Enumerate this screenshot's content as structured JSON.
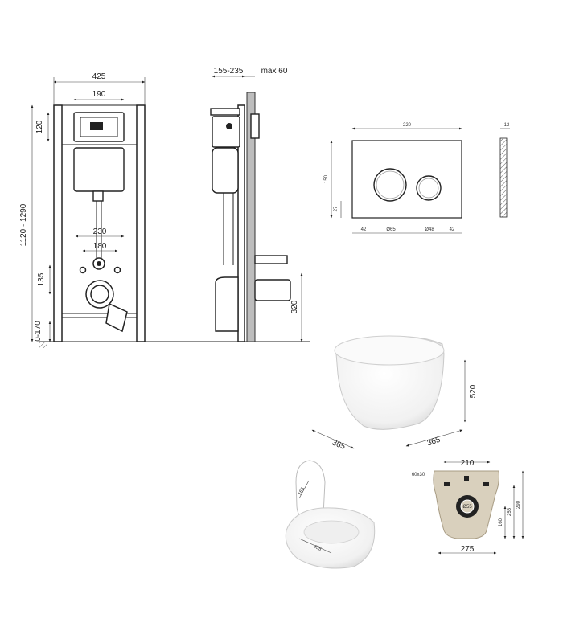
{
  "frame_front": {
    "width": "425",
    "plate_width": "190",
    "top_height": "120",
    "total_height": "1120 - 1290",
    "pipe_span_outer": "230",
    "pipe_span_inner": "180",
    "drain_height": "135",
    "foot_adjust": "0-170"
  },
  "frame_side": {
    "depth": "155-235",
    "max_offset": "max 60",
    "floor_height": "320"
  },
  "flush_plate": {
    "width": "220",
    "height": "150",
    "thickness": "12",
    "offset_27": "27",
    "margin_left": "42",
    "margin_right": "42",
    "big_button": "Ø65",
    "small_button": "Ø48"
  },
  "bowl_side": {
    "height": "520",
    "depth_a": "365",
    "depth_b": "365"
  },
  "bowl_top": {
    "seat_width": "165",
    "length": "455"
  },
  "bowl_back": {
    "hole_size": "60x30",
    "top_width": "210",
    "bottom_width": "275",
    "drain_diameter": "Ø55",
    "h_160": "160",
    "h_255": "255",
    "h_290": "290"
  },
  "colors": {
    "wall_gray": "#bdbdbd",
    "ceramic_back": "#d9d0bd",
    "line": "#222222"
  }
}
